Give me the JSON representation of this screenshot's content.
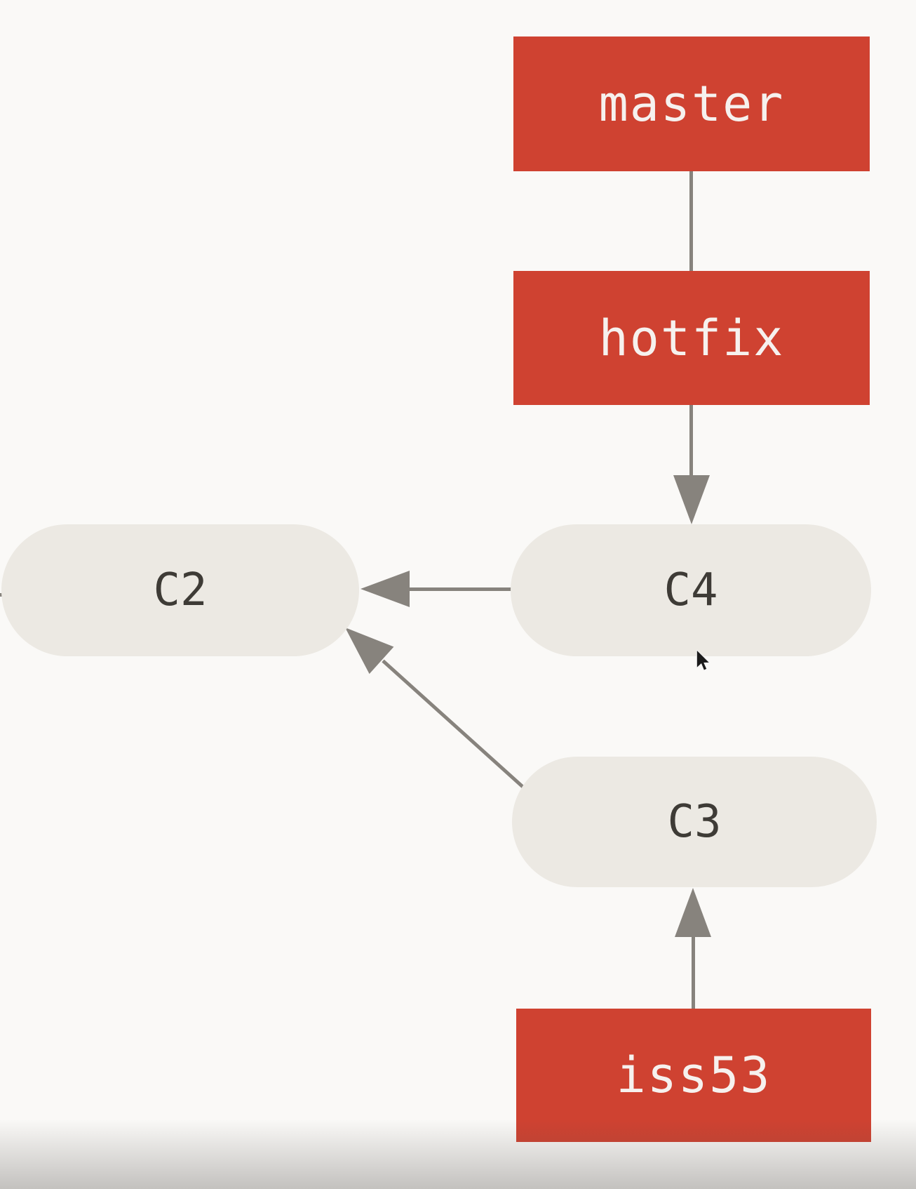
{
  "diagram": {
    "title": "Git branch history diagram",
    "branches": {
      "master": "master",
      "hotfix": "hotfix",
      "iss53": "iss53"
    },
    "commits": {
      "c2": "C2",
      "c4": "C4",
      "c3": "C3"
    },
    "edges": [
      {
        "from": "master",
        "to": "hotfix",
        "style": "vertical-line"
      },
      {
        "from": "hotfix",
        "to": "C4",
        "style": "vertical-arrow-down"
      },
      {
        "from": "C4",
        "to": "C2",
        "style": "horizontal-arrow-left"
      },
      {
        "from": "C3",
        "to": "C2",
        "style": "diagonal-arrow-up-left"
      },
      {
        "from": "iss53",
        "to": "C3",
        "style": "vertical-arrow-up"
      },
      {
        "from": "C2",
        "to": "off-screen-left",
        "style": "clipped-line"
      }
    ],
    "colors": {
      "background": "#faf9f7",
      "branch_box": "#cf4231",
      "branch_text": "#f6f1ee",
      "commit_node": "#ece9e3",
      "commit_text": "#3e3b36",
      "arrow": "#87837d"
    },
    "icons": {
      "cursor": "mouse-pointer"
    }
  }
}
